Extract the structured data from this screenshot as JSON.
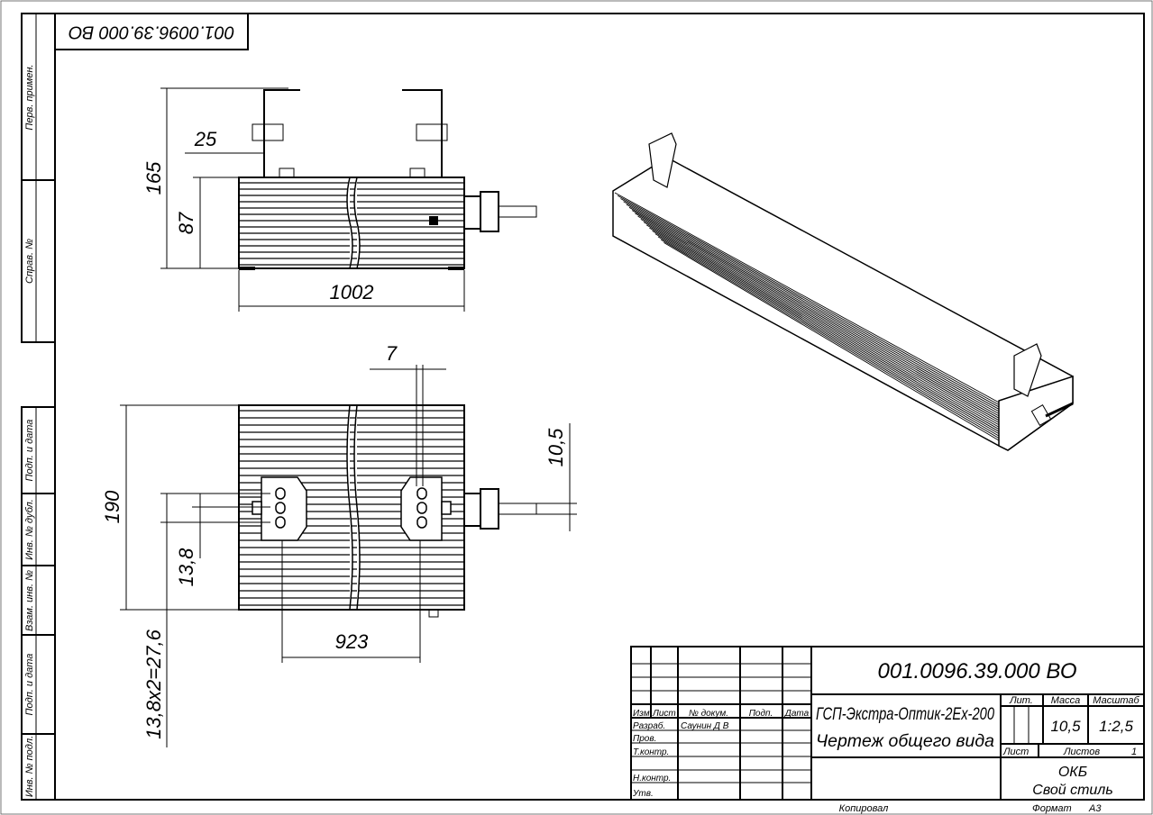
{
  "sheet": {
    "rotated_code": "001.0096.39.000 ВО",
    "side_strip": [
      "Перв. примен.",
      "Справ. №",
      "Подп. и дата",
      "Инв. № дубл.",
      "Взам. инв. №",
      "Подп. и дата",
      "Инв. № подл."
    ]
  },
  "dimensions": {
    "top_view": {
      "height_total": "165",
      "height_body": "87",
      "offset": "25",
      "length": "1002"
    },
    "bottom_view": {
      "gap": "7",
      "offset": "10,5",
      "width": "190",
      "pitch": "13,8",
      "pitch_total": "13,8x2=27,6",
      "mount_span": "923"
    }
  },
  "title_block": {
    "designation": "001.0096.39.000 ВО",
    "name_line1": "ГСП-Экстра-Оптик-2Ex-200",
    "name_line2": "Чертеж общего вида",
    "headers": {
      "izm": "Изм",
      "list": "Лист",
      "doc": "№ докум.",
      "sign": "Подп.",
      "date": "Дата"
    },
    "roles": [
      "Разраб.",
      "Пров.",
      "Т.контр.",
      "Н.контр.",
      "Утв."
    ],
    "developer": "Саунин Д В",
    "lit_label": "Лит.",
    "mass_label": "Масса",
    "scale_label": "Масштаб",
    "mass": "10,5",
    "scale": "1:2,5",
    "sheet_label": "Лист",
    "sheets_label": "Листов",
    "sheets": "1",
    "org_line1": "ОКБ",
    "org_line2": "Свой стиль",
    "copied": "Копировал",
    "format_label": "Формат",
    "format": "А3"
  }
}
